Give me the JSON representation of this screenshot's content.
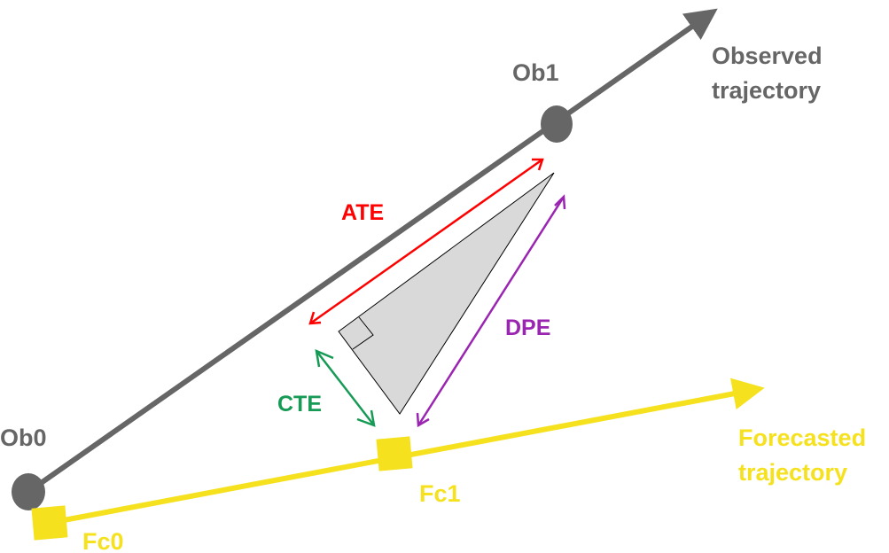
{
  "labels": {
    "ob0": "Ob0",
    "ob1": "Ob1",
    "fc0": "Fc0",
    "fc1": "Fc1",
    "observed_line1": "Observed",
    "observed_line2": "trajectory",
    "forecasted_line1": "Forecasted",
    "forecasted_line2": "trajectory",
    "ate": "ATE",
    "cte": "CTE",
    "dpe": "DPE"
  },
  "colors": {
    "observed": "#666666",
    "forecasted": "#f5e11e",
    "ate": "#ff0000",
    "cte": "#169a55",
    "dpe": "#9a25b0",
    "triangle_fill": "#d9d9d9"
  }
}
